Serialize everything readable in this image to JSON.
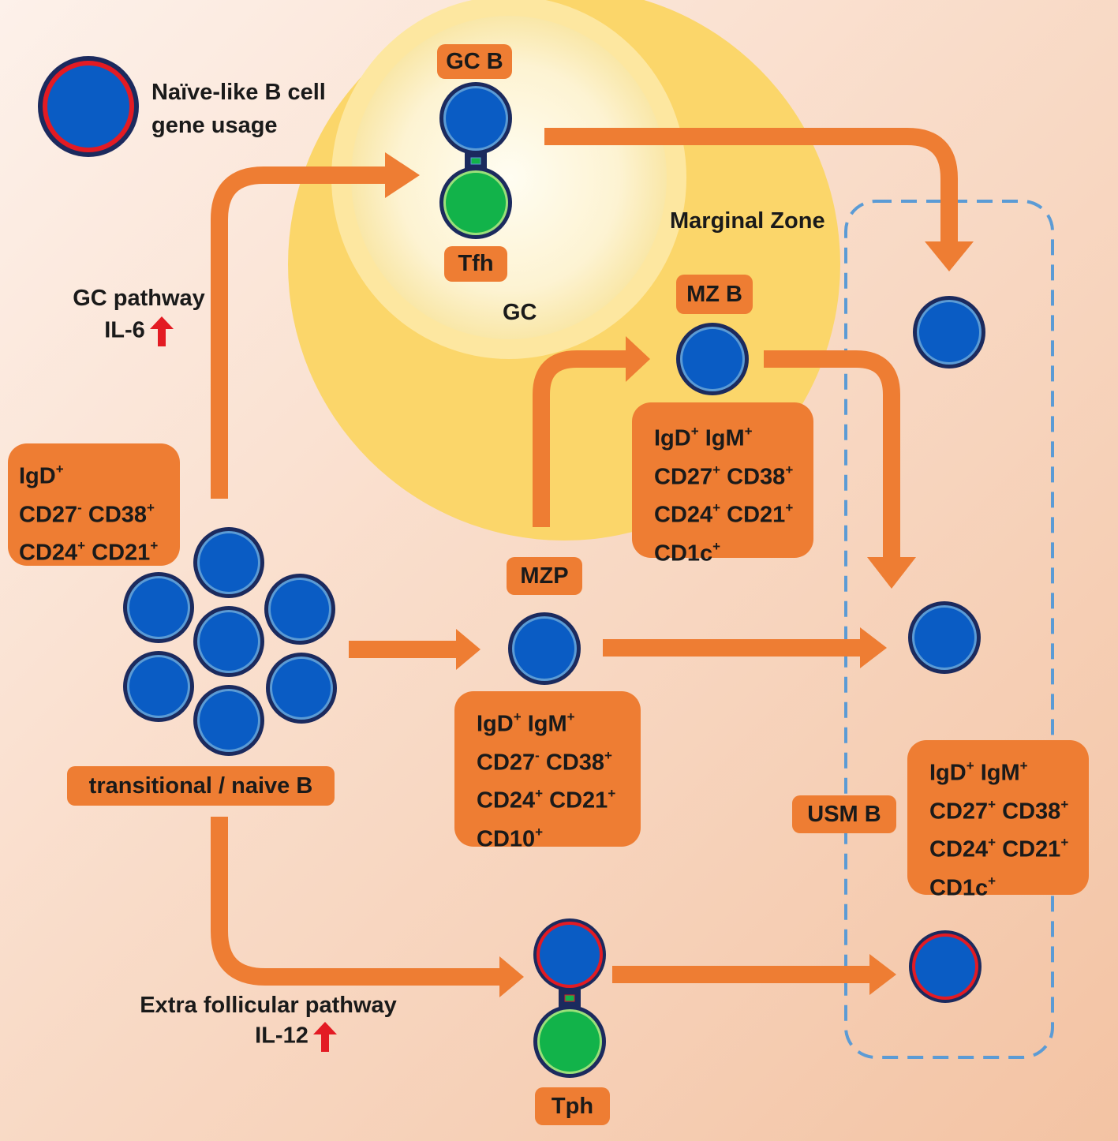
{
  "legend": {
    "line1": "Naïve-like B cell",
    "line2": "gene usage"
  },
  "zones": {
    "gc": "GC",
    "marginal_zone": "Marginal Zone"
  },
  "pathways": {
    "gc_pathway": {
      "title": "GC pathway",
      "cytokine": "IL-6"
    },
    "extrafollicular": {
      "title": "Extra follicular pathway",
      "cytokine": "IL-12"
    }
  },
  "cells": {
    "gc_b": "GC B",
    "tfh": "Tfh",
    "mz_b": "MZ B",
    "mzp": "MZP",
    "transitional": "transitional / naive B",
    "tph": "Tph",
    "usm_b": "USM B"
  },
  "phenotypes": {
    "transitional": [
      [
        {
          "m": "IgD",
          "s": "+"
        }
      ],
      [
        {
          "m": "CD27",
          "s": "-"
        },
        {
          "m": "CD38",
          "s": "+"
        }
      ],
      [
        {
          "m": "CD24",
          "s": "+"
        },
        {
          "m": "CD21",
          "s": "+"
        }
      ]
    ],
    "mz_b": [
      [
        {
          "m": "IgD",
          "s": "+"
        },
        {
          "m": "IgM",
          "s": "+"
        }
      ],
      [
        {
          "m": "CD27",
          "s": "+"
        },
        {
          "m": "CD38",
          "s": "+"
        }
      ],
      [
        {
          "m": "CD24",
          "s": "+"
        },
        {
          "m": "CD21",
          "s": "+"
        }
      ],
      [
        {
          "m": "CD1c",
          "s": "+"
        }
      ]
    ],
    "mzp": [
      [
        {
          "m": "IgD",
          "s": "+"
        },
        {
          "m": "IgM",
          "s": "+"
        }
      ],
      [
        {
          "m": "CD27",
          "s": "-"
        },
        {
          "m": "CD38",
          "s": "+"
        }
      ],
      [
        {
          "m": "CD24",
          "s": "+"
        },
        {
          "m": "CD21",
          "s": "+"
        }
      ],
      [
        {
          "m": "CD10",
          "s": "+"
        }
      ]
    ],
    "usm_b": [
      [
        {
          "m": "IgD",
          "s": "+"
        },
        {
          "m": "IgM",
          "s": "+"
        }
      ],
      [
        {
          "m": "CD27",
          "s": "+"
        },
        {
          "m": "CD38",
          "s": "+"
        }
      ],
      [
        {
          "m": "CD24",
          "s": "+"
        },
        {
          "m": "CD21",
          "s": "+"
        }
      ],
      [
        {
          "m": "CD1c",
          "s": "+"
        }
      ]
    ]
  },
  "colors": {
    "orange": "#ee7d33",
    "cell_blue": "#0a5cc4",
    "cell_rim": "#1b2a5e",
    "tcell_green": "#12b34a",
    "marker_red": "#e31b23",
    "dashed_blue": "#5b9bd5",
    "gc_yellow": "#fbd66a"
  }
}
